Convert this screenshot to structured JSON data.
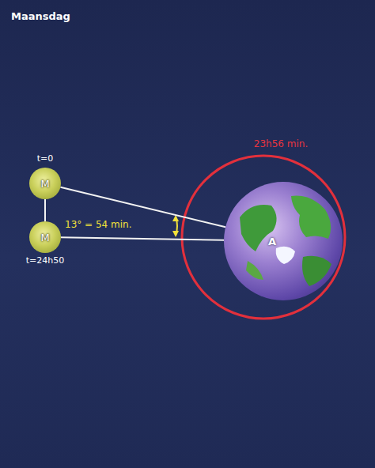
{
  "diagram": {
    "title": "Maansdag",
    "nodes": [
      {
        "text": [
          "M"
        ]
      },
      {
        "text": [
          "M"
        ]
      },
      {
        "text": [
          "A"
        ]
      }
    ],
    "edges": [
      {
        "from": 0,
        "to": 2,
        "arrow": "none"
      },
      {
        "from": 1,
        "to": 2,
        "arrow": "none"
      },
      {
        "from": 0,
        "to": 1,
        "arrow": "none"
      }
    ],
    "labels": [
      "23h56 min.",
      "t=0",
      "13° = 54 min.",
      "t=24h50"
    ]
  }
}
